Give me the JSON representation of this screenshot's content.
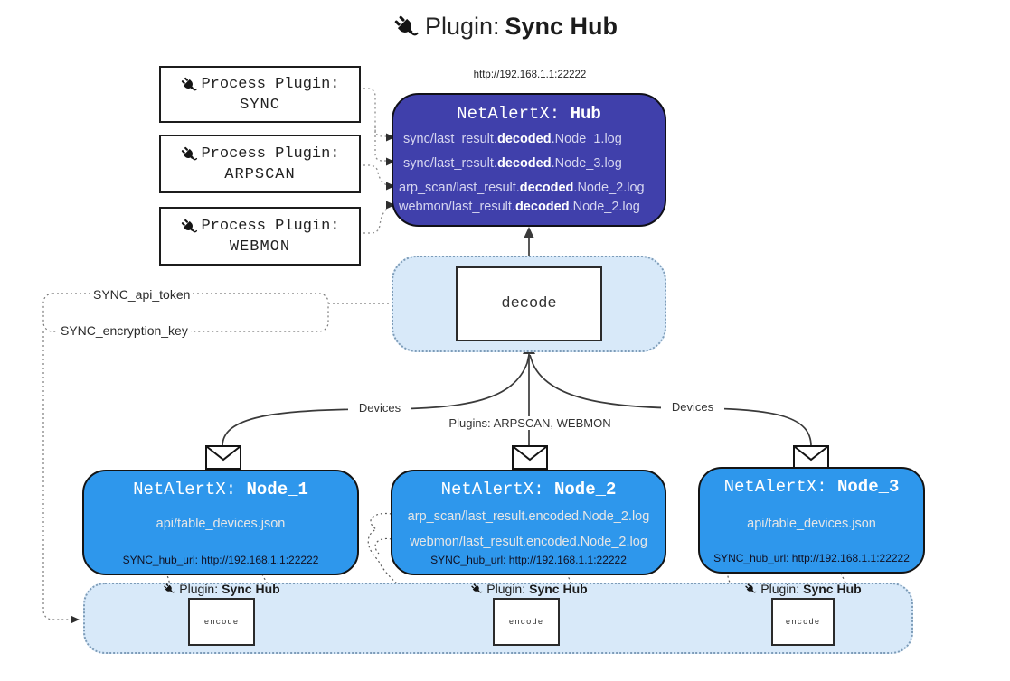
{
  "colors": {
    "hub_fill": "#4040ab",
    "node_fill": "#2e97ec",
    "panel_fill": "#d8e9f9",
    "panel_border": "#7d9cb8",
    "box_border": "#141414",
    "connector": "#3a3a3a",
    "hub_text": "#d6d6f0",
    "node_text": "#e6e6e6"
  },
  "title": {
    "prefix": "Plugin: ",
    "name": "Sync Hub"
  },
  "process_plugins": [
    {
      "label": "Process Plugin:",
      "name": "SYNC"
    },
    {
      "label": "Process Plugin:",
      "name": "ARPSCAN"
    },
    {
      "label": "Process Plugin:",
      "name": "WEBMON"
    }
  ],
  "hub": {
    "url": "http://192.168.1.1:22222",
    "title_prefix": "NetAlertX: ",
    "title_name": "Hub",
    "log_lines": [
      {
        "pre": "sync/last_result.",
        "mid": "decoded",
        "post": ".Node_1.log"
      },
      {
        "pre": "sync/last_result.",
        "mid": "decoded",
        "post": ".Node_3.log"
      },
      {
        "pre": "arp_scan/last_result.",
        "mid": "decoded",
        "post": ".Node_2.log"
      },
      {
        "pre": "webmon/last_result.",
        "mid": "decoded",
        "post": ".Node_2.log"
      }
    ]
  },
  "decode": {
    "label": "decode"
  },
  "settings": {
    "api_token": "SYNC_api_token",
    "encryption_key": "SYNC_encryption_key"
  },
  "edge_labels": {
    "devices_left": "Devices",
    "plugins_center": "Plugins: ARPSCAN, WEBMON",
    "devices_right": "Devices"
  },
  "nodes": [
    {
      "title_prefix": "NetAlertX: ",
      "title_name": "Node_1",
      "files": [
        "api/table_devices.json"
      ],
      "hub_url": "SYNC_hub_url: http://192.168.1.1:22222"
    },
    {
      "title_prefix": "NetAlertX: ",
      "title_name": "Node_2",
      "files": [
        "arp_scan/last_result.encoded.Node_2.log",
        "webmon/last_result.encoded.Node_2.log"
      ],
      "hub_url": "SYNC_hub_url: http://192.168.1.1:22222"
    },
    {
      "title_prefix": "NetAlertX: ",
      "title_name": "Node_3",
      "files": [
        "api/table_devices.json"
      ],
      "hub_url": "SYNC_hub_url: http://192.168.1.1:22222"
    }
  ],
  "encoders": [
    {
      "plugin_prefix": "Plugin: ",
      "plugin_name": "Sync Hub",
      "label": "encode"
    },
    {
      "plugin_prefix": "Plugin: ",
      "plugin_name": "Sync Hub",
      "label": "encode"
    },
    {
      "plugin_prefix": "Plugin: ",
      "plugin_name": "Sync Hub",
      "label": "encode"
    }
  ]
}
